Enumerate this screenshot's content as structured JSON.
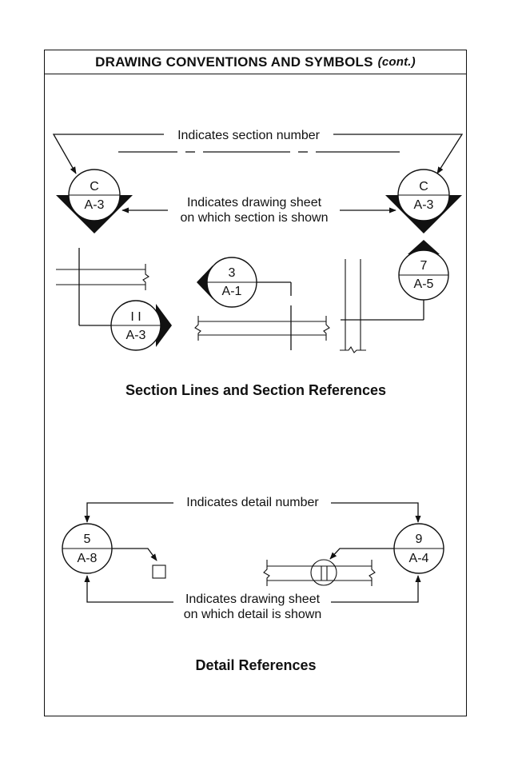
{
  "header": {
    "title": "DRAWING CONVENTIONS AND SYMBOLS",
    "title_suffix": "(cont.)"
  },
  "section_refs": {
    "label_number": "Indicates section number",
    "label_sheet_line1": "Indicates drawing sheet",
    "label_sheet_line2": "on which section is shown",
    "symbol_left": {
      "number": "C",
      "sheet": "A-3"
    },
    "symbol_right": {
      "number": "C",
      "sheet": "A-3"
    },
    "symbol_3": {
      "number": "3",
      "sheet": "A-1"
    },
    "symbol_7": {
      "number": "7",
      "sheet": "A-5"
    },
    "symbol_11": {
      "number": "I I",
      "sheet": "A-3"
    },
    "caption": "Section Lines and Section References"
  },
  "detail_refs": {
    "label_number": "Indicates detail number",
    "label_sheet_line1": "Indicates drawing sheet",
    "label_sheet_line2": "on which detail is shown",
    "symbol_5": {
      "number": "5",
      "sheet": "A-8"
    },
    "symbol_9": {
      "number": "9",
      "sheet": "A-4"
    },
    "caption": "Detail References"
  }
}
